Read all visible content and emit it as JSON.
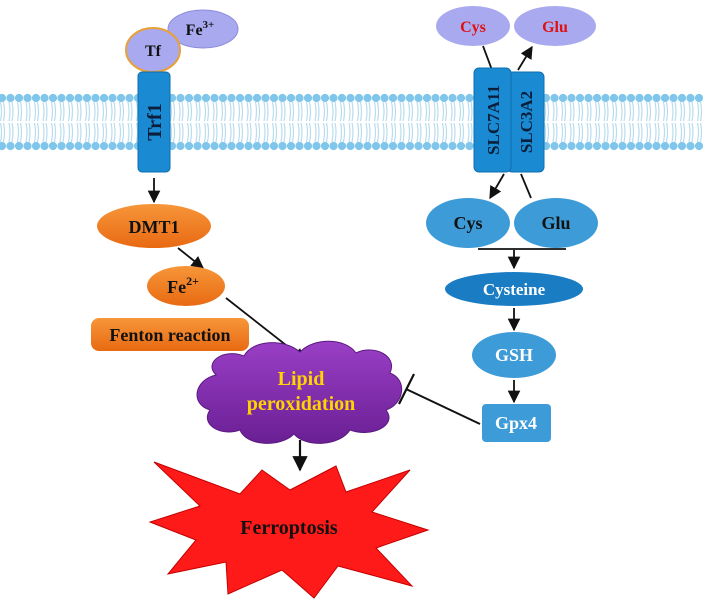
{
  "nodes": {
    "tf": "Tf",
    "fe3": "Fe",
    "fe3_sup": "3+",
    "trf1": "Trf1",
    "dmt1": "DMT1",
    "fe2": "Fe",
    "fe2_sup": "2+",
    "fenton": "Fenton reaction",
    "lipid_line1": "Lipid",
    "lipid_line2": "peroxidation",
    "ferroptosis": "Ferroptosis",
    "cys_out": "Cys",
    "glu_out": "Glu",
    "slc7a11": "SLC7A11",
    "slc3a2": "SLC3A2",
    "cys_in": "Cys",
    "glu_in": "Glu",
    "cysteine": "Cysteine",
    "gsh": "GSH",
    "gpx4": "Gpx4"
  },
  "colors": {
    "membrane_head": "#7fc6ea",
    "membrane_tail": "#b9dcef",
    "lavender": "#a9a9f0",
    "orange": "#f07a1e",
    "transporter_blue": "#1a8ad2",
    "blue_ellipse": "#3d9bd8",
    "lipid_purple": "#7d2aa8",
    "lipid_text": "#ffd400",
    "ferroptosis_red": "#ff1a1a",
    "extracellular_text": "#e01010"
  }
}
